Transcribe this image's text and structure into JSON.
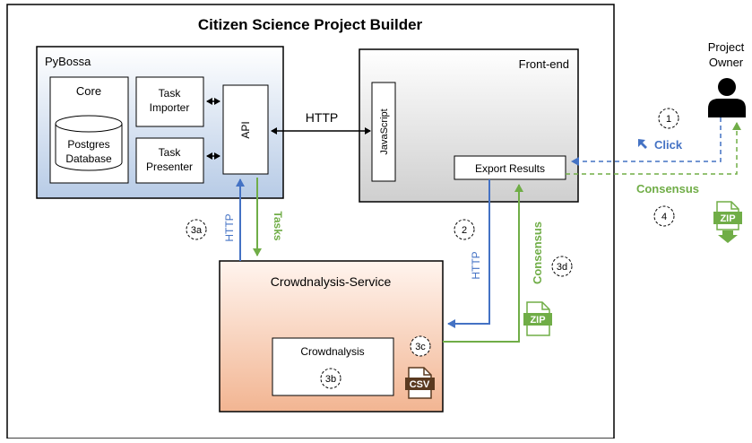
{
  "title": "Citizen Science Project Builder",
  "pybossa": {
    "label": "PyBossa",
    "core": "Core",
    "db_line1": "Postgres",
    "db_line2": "Database",
    "task_importer_line1": "Task",
    "task_importer_line2": "Importer",
    "task_presenter_line1": "Task",
    "task_presenter_line2": "Presenter",
    "api": "API"
  },
  "frontend": {
    "label": "Front-end",
    "javascript": "JavaScript",
    "export_results": "Export Results"
  },
  "service": {
    "label": "Crowdnalysis-Service",
    "crowdnalysis": "Crowdnalysis"
  },
  "owner": {
    "line1": "Project",
    "line2": "Owner"
  },
  "labels": {
    "http_main": "HTTP",
    "http_3a": "HTTP",
    "tasks": "Tasks",
    "http_2": "HTTP",
    "consensus_vertical": "Consensus",
    "consensus_horizontal": "Consensus",
    "click": "Click"
  },
  "steps": {
    "s1": "1",
    "s2": "2",
    "s3a": "3a",
    "s3b": "3b",
    "s3c": "3c",
    "s3d": "3d",
    "s4": "4"
  },
  "file_icons": {
    "zip": "ZIP",
    "csv": "CSV"
  },
  "colors": {
    "blue": "#4472c4",
    "green": "#70ad47",
    "pybossa_fill": "#c5d5ea",
    "frontend_fill": "#d9d9d9",
    "service_fill": "#f6cbb0"
  }
}
